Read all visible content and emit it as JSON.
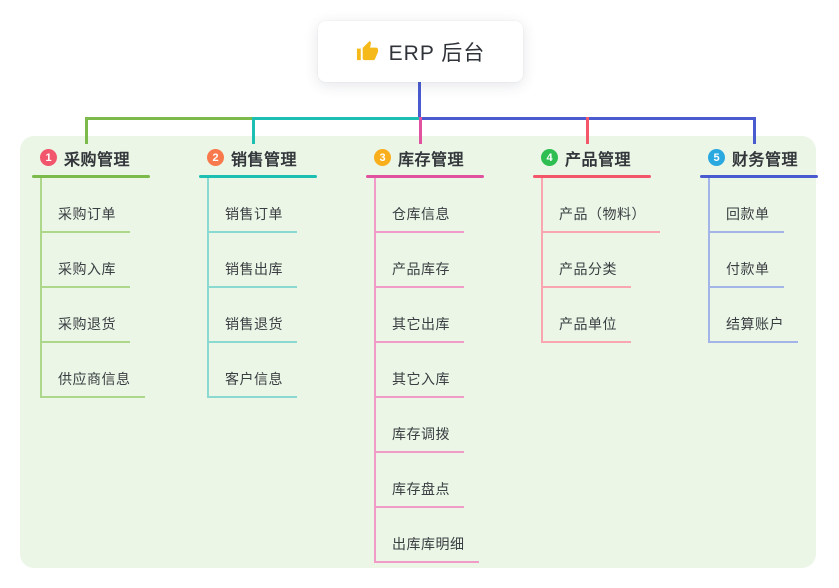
{
  "root": {
    "label": "ERP 后台",
    "icon": "thumbs-up-icon",
    "icon_color": "#F5B919",
    "line_color": "#4A5BD0"
  },
  "panel": {
    "background": "#EBF6E7"
  },
  "branches": [
    {
      "number": "1",
      "title": "采购管理",
      "badge_color": "#F2566C",
      "line_color": "#7CBA4B",
      "sub_line_color": "#ADD88B",
      "items": [
        "采购订单",
        "采购入库",
        "采购退货",
        "供应商信息"
      ]
    },
    {
      "number": "2",
      "title": "销售管理",
      "badge_color": "#F8794B",
      "line_color": "#1CBFB2",
      "sub_line_color": "#8BDAD1",
      "items": [
        "销售订单",
        "销售出库",
        "销售退货",
        "客户信息"
      ]
    },
    {
      "number": "3",
      "title": "库存管理",
      "badge_color": "#F9AE1B",
      "line_color": "#E0519F",
      "sub_line_color": "#F09BC8",
      "items": [
        "仓库信息",
        "产品库存",
        "其它出库",
        "其它入库",
        "库存调拨",
        "库存盘点",
        "出库库明细"
      ]
    },
    {
      "number": "4",
      "title": "产品管理",
      "badge_color": "#2EBE52",
      "line_color": "#F4566A",
      "sub_line_color": "#F9A6B0",
      "items": [
        "产品（物料）",
        "产品分类",
        "产品单位"
      ]
    },
    {
      "number": "5",
      "title": "财务管理",
      "badge_color": "#2AA8E0",
      "line_color": "#4A5BD0",
      "sub_line_color": "#A3B4E8",
      "items": [
        "回款单",
        "付款单",
        "结算账户"
      ]
    }
  ]
}
